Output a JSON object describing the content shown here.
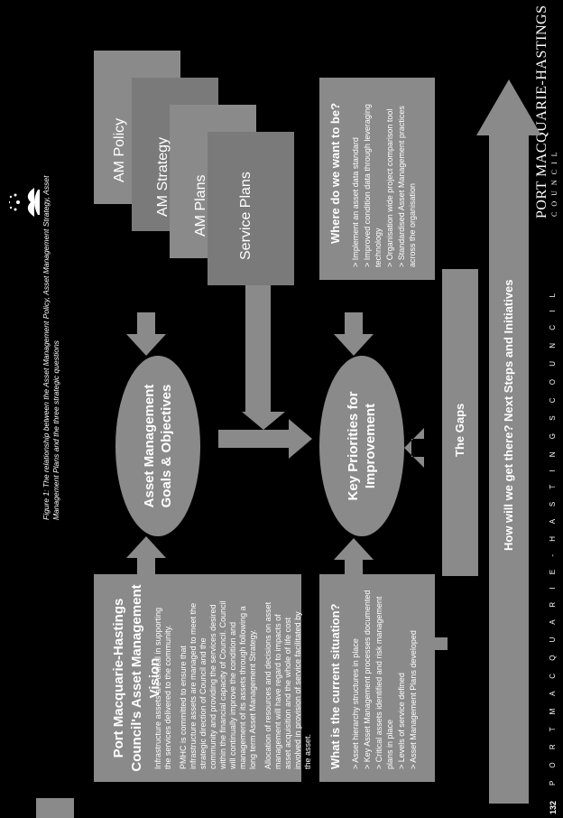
{
  "caption": "Figure 1: The relationship between the Asset Management Policy, Asset Management Strategy, Asset Management Plans and the three strategic questions",
  "logo": {
    "name": "PORT MACQUARIE-HASTINGS",
    "sub": "C O U N C I L",
    "icon": "sun-mountain-logo-icon"
  },
  "vision": {
    "title": "Port Macquarie-Hastings Council's Asset Management Vision",
    "paragraphs": [
      "Infrastructure assets are critical in supporting the services delivered to the community.",
      "PMHC is committed to ensure that infrastructure assets are managed to meet the strategic direction of Council and the community and providing the services desired within the financial capacity of Council. Council will continually improve the condition and management of its assets through following a long term Asset Management Strategy.",
      "Allocation of resources and decisions on asset management will have regard to impacts of asset acquisition and the whole of life cost involved in provision of service facilitated by the asset."
    ]
  },
  "current": {
    "title": "What is the current situation?",
    "items": [
      "Asset hierarchy structures in place",
      "Key Asset Management processes documented",
      "Critical assets identified and risk management plans in place",
      "Levels of service defined",
      "Asset Management Plans developed"
    ]
  },
  "goals": "Asset Management Goals & Objectives",
  "priorities": "Key Priorities for Improvement",
  "gaps": "The Gaps",
  "plans": [
    "AM Policy",
    "AM Strategy",
    "AM Plans",
    "Service Plans"
  ],
  "future": {
    "title": "Where do we want to be?",
    "items": [
      "Implement an asset data standard",
      "Improved condition data through leveraging technology",
      "Organisation wide project comparison tool",
      "Standardised Asset Management practices across the organisation"
    ]
  },
  "next": "How will we get there? Next Steps and Initiatives",
  "page_number": "132",
  "footer": "P O R T   M A C Q U A R I E - H A S T I N G S   C O U N C I L"
}
